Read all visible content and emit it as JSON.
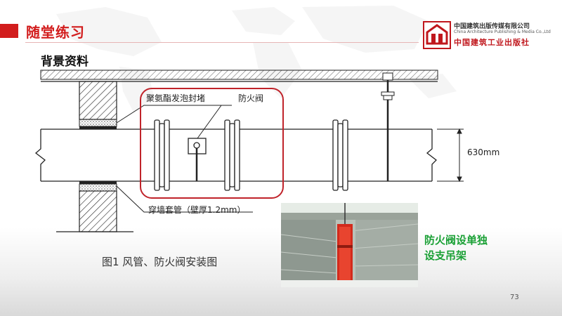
{
  "slide": {
    "title": "随堂练习",
    "subtitle": "背景资料",
    "page_number": "73",
    "accent_color": "#d21d1d"
  },
  "publisher": {
    "name_cn": "中国建筑出版传媒有限公司",
    "name_en": "China Architecture Publishing & Media Co.,Ltd",
    "name_cn_brand": "中国建筑工业出版社",
    "logo_icon": "publisher-logo-icon"
  },
  "diagram": {
    "label_sealant": "聚氨酯发泡封堵",
    "label_damper": "防火阀",
    "label_dimension": "630mm",
    "label_sleeve": "穿墙套管（壁厚1.2mm）",
    "caption": "图1  风管、防火阀安装图",
    "highlight_color": "#c0232a"
  },
  "photo": {
    "caption": [
      "防火阀设单独",
      "设支吊架"
    ],
    "caption_color": "#1aa035"
  }
}
